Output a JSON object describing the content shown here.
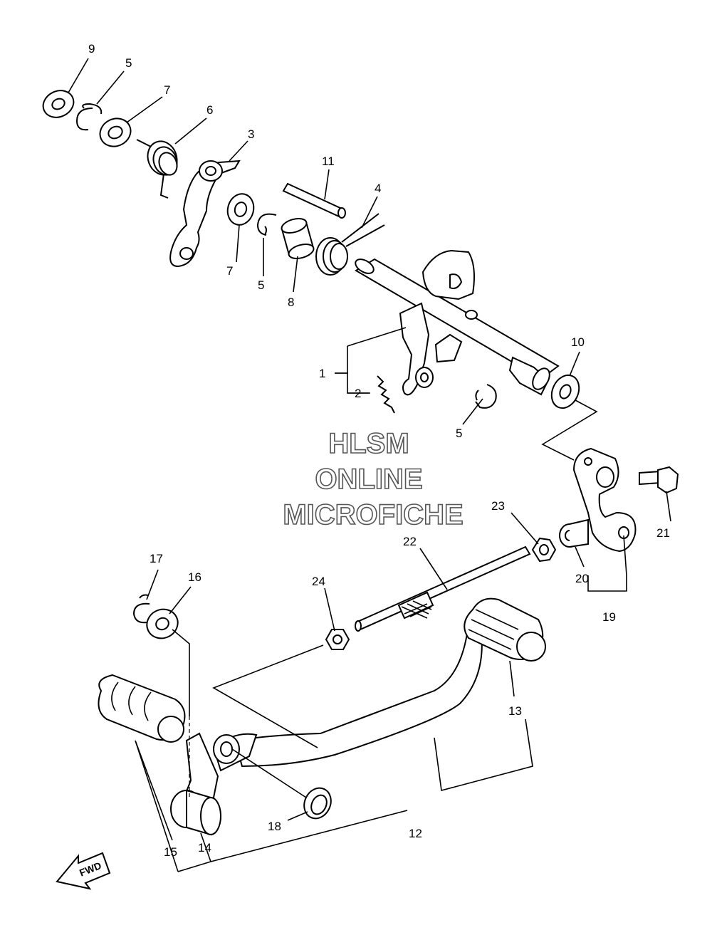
{
  "watermark": {
    "line1": "HLSM",
    "line2": "ONLINE",
    "line3": "MICROFICHE"
  },
  "direction_label": "FWD",
  "callouts": [
    {
      "id": "c9",
      "text": "9"
    },
    {
      "id": "c5a",
      "text": "5"
    },
    {
      "id": "c7a",
      "text": "7"
    },
    {
      "id": "c6",
      "text": "6"
    },
    {
      "id": "c3",
      "text": "3"
    },
    {
      "id": "c11",
      "text": "11"
    },
    {
      "id": "c4",
      "text": "4"
    },
    {
      "id": "c7b",
      "text": "7"
    },
    {
      "id": "c5b",
      "text": "5"
    },
    {
      "id": "c8",
      "text": "8"
    },
    {
      "id": "c1",
      "text": "1"
    },
    {
      "id": "c2",
      "text": "2"
    },
    {
      "id": "c10",
      "text": "10"
    },
    {
      "id": "c5c",
      "text": "5"
    },
    {
      "id": "c21",
      "text": "21"
    },
    {
      "id": "c23",
      "text": "23"
    },
    {
      "id": "c22",
      "text": "22"
    },
    {
      "id": "c20",
      "text": "20"
    },
    {
      "id": "c19",
      "text": "19"
    },
    {
      "id": "c17",
      "text": "17"
    },
    {
      "id": "c16",
      "text": "16"
    },
    {
      "id": "c24",
      "text": "24"
    },
    {
      "id": "c13",
      "text": "13"
    },
    {
      "id": "c18",
      "text": "18"
    },
    {
      "id": "c12",
      "text": "12"
    },
    {
      "id": "c15",
      "text": "15"
    },
    {
      "id": "c14",
      "text": "14"
    }
  ]
}
